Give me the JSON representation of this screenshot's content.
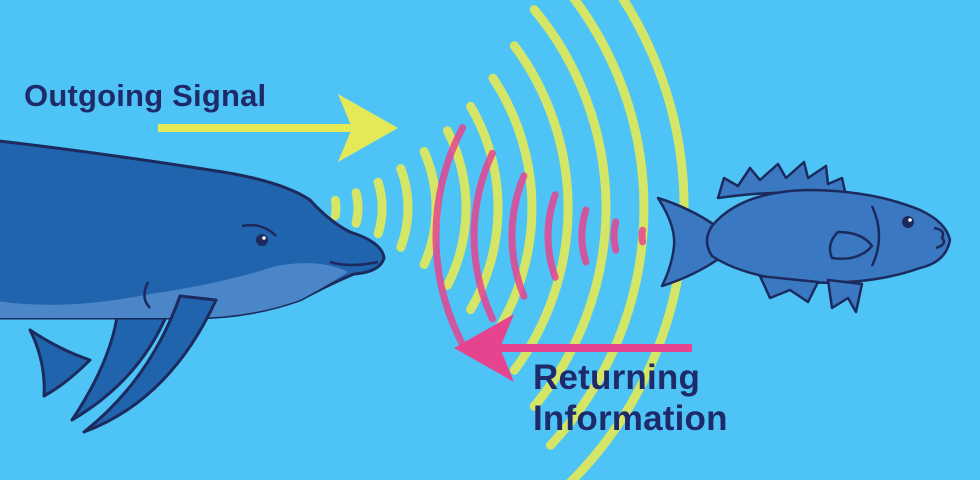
{
  "labels": {
    "outgoing": "Outgoing Signal",
    "returning_line1": "Returning",
    "returning_line2": "Information"
  },
  "colors": {
    "background": "#4dc4f5",
    "outgoing_signal": "#e4ea57",
    "returning_signal": "#e6448f",
    "dolphin": "#1f64ad",
    "dolphin_belly": "#4a86c8",
    "fish": "#3a78c2",
    "outline": "#1c2a5e",
    "text": "#1f2a6b"
  },
  "icons": {
    "dolphin": "dolphin-illustration",
    "fish": "fish-illustration",
    "outgoing_arrow": "arrow-right-icon",
    "returning_arrow": "arrow-left-icon"
  }
}
